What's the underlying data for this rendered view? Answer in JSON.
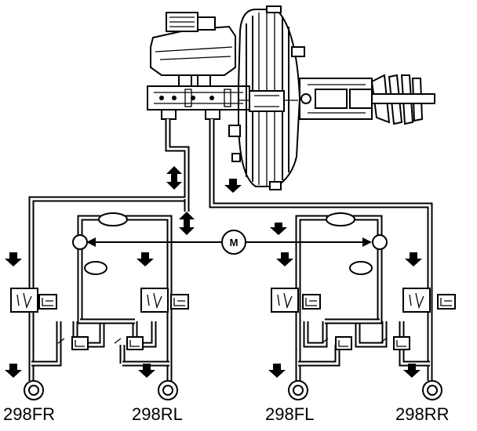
{
  "motor": {
    "label": "M"
  },
  "wheels": [
    {
      "code": "298FR"
    },
    {
      "code": "298RL"
    },
    {
      "code": "298FL"
    },
    {
      "code": "298RR"
    }
  ]
}
